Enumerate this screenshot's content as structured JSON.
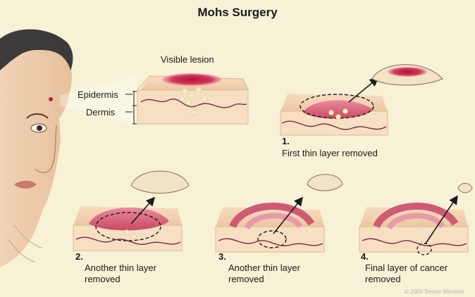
{
  "title": "Mohs Surgery",
  "labels": {
    "visible_lesion": "Visible lesion",
    "epidermis": "Epidermis",
    "dermis": "Dermis"
  },
  "steps": [
    {
      "number": "1.",
      "caption": "First thin layer removed"
    },
    {
      "number": "2.",
      "caption_line1": "Another thin layer",
      "caption_line2": "removed"
    },
    {
      "number": "3.",
      "caption_line1": "Another thin layer",
      "caption_line2": "removed"
    },
    {
      "number": "4.",
      "caption_line1": "Final layer of cancer",
      "caption_line2": "removed"
    }
  ],
  "watermark": "© 2009 Terese Winslow",
  "colors": {
    "background": "#f7f1d6",
    "skin_top": "#f2d3b0",
    "skin_side": "#f6dfc2",
    "lesion": "#c4234a",
    "wound": "#d9627a",
    "cells": "#f3edc2",
    "vessel": "#7a2a44",
    "outline": "#1a1a1a"
  }
}
